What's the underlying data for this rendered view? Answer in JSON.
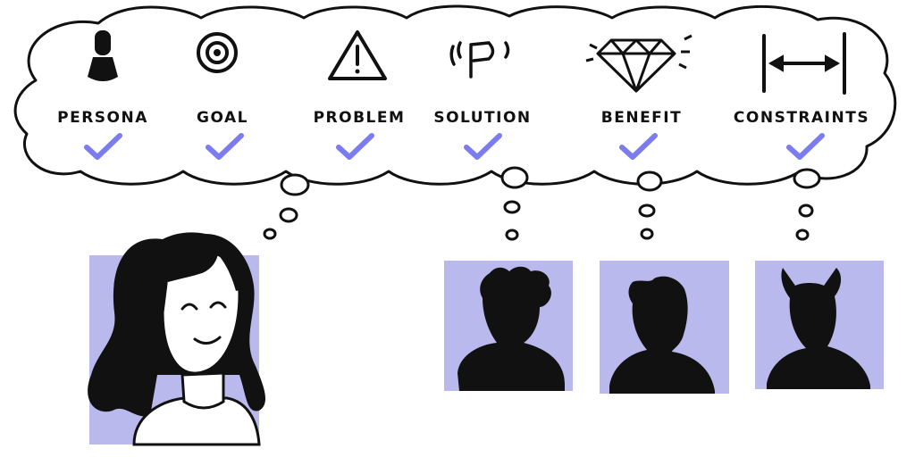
{
  "colors": {
    "ink": "#111111",
    "accent": "#7b7cf0",
    "photo_bg": "#b9b9ee",
    "bubble_fill": "#ffffff"
  },
  "thought_bubble": {
    "items": [
      {
        "label": "PERSONA",
        "icon": "person-icon",
        "checked": true
      },
      {
        "label": "GOAL",
        "icon": "target-icon",
        "checked": true
      },
      {
        "label": "PROBLEM",
        "icon": "warning-icon",
        "checked": true
      },
      {
        "label": "SOLUTION",
        "icon": "p-sign-icon",
        "checked": true
      },
      {
        "label": "BENEFIT",
        "icon": "diamond-icon",
        "checked": true
      },
      {
        "label": "CONSTRAINTS",
        "icon": "width-arrows-icon",
        "checked": true
      }
    ]
  },
  "people": [
    {
      "name": "smiling-woman",
      "icon": "woman-portrait"
    },
    {
      "name": "silhouette-1",
      "icon": "silhouette-curly-hair"
    },
    {
      "name": "silhouette-2",
      "icon": "silhouette-short-hair"
    },
    {
      "name": "silhouette-3",
      "icon": "silhouette-eared"
    }
  ]
}
